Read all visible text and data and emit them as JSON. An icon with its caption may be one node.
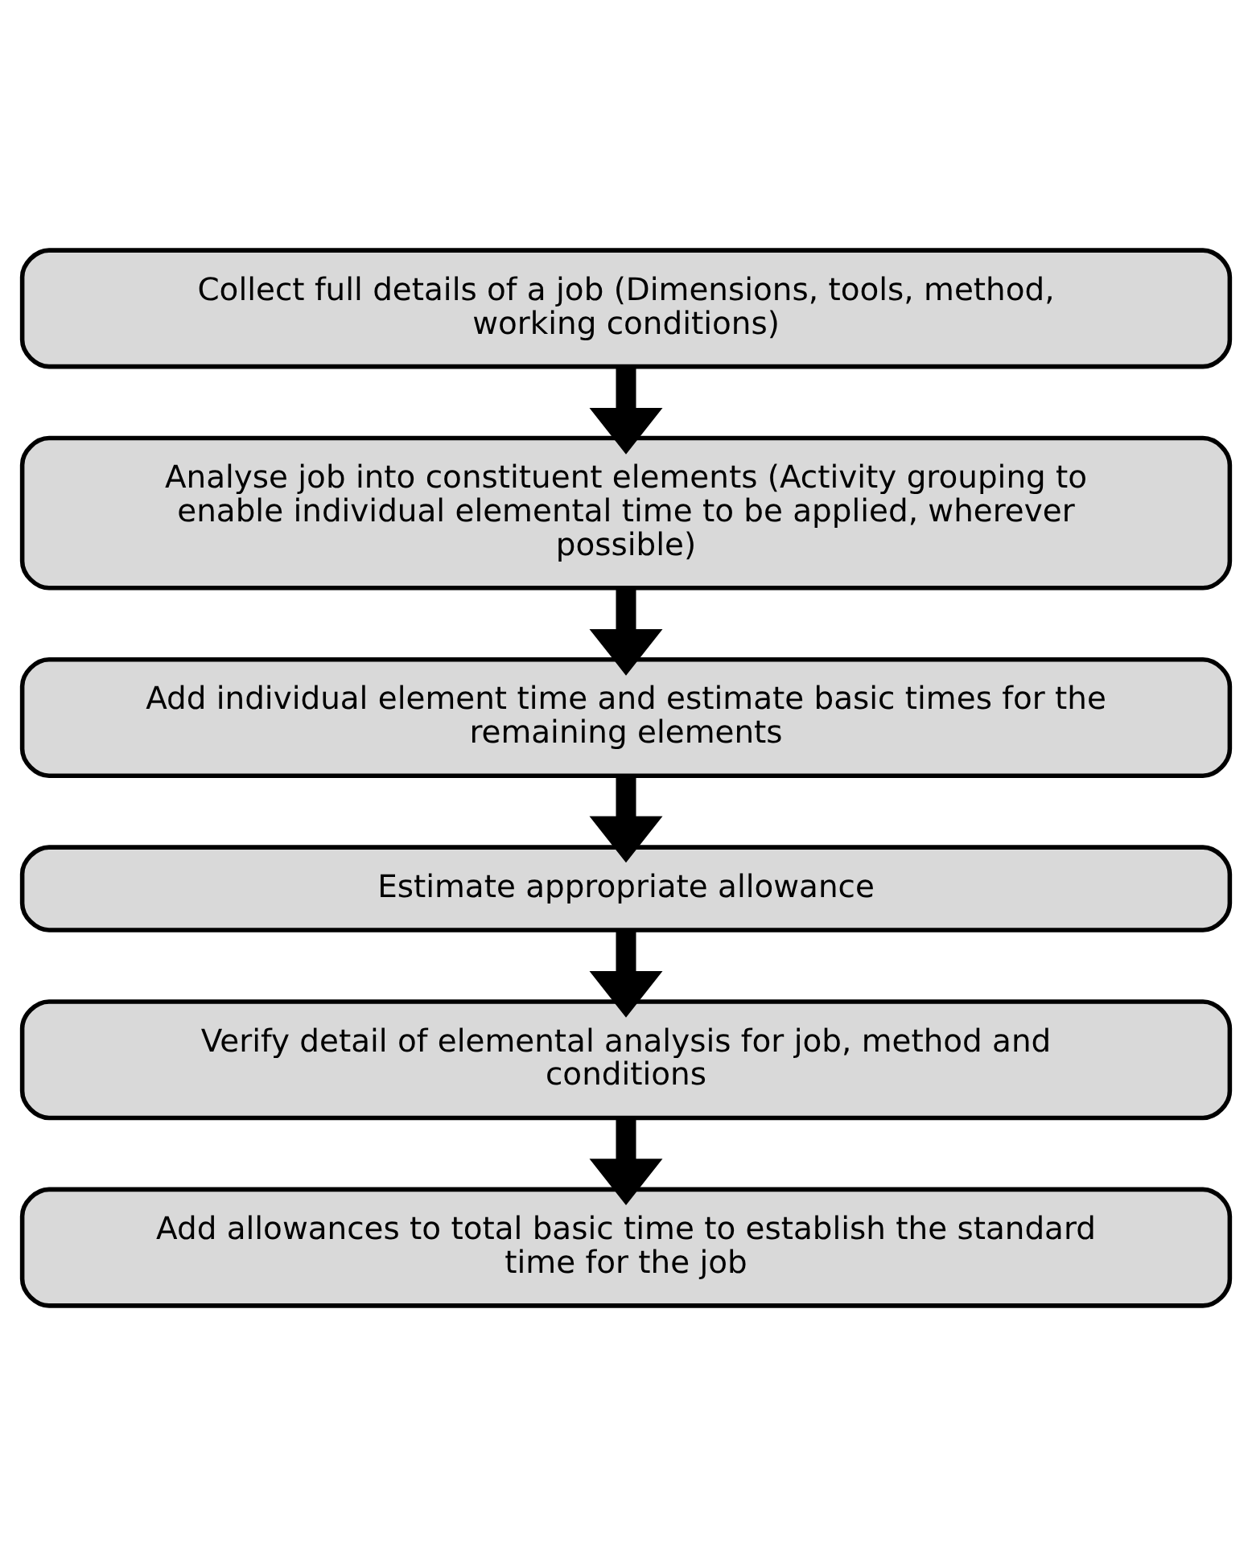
{
  "diagram": {
    "nodes": [
      {
        "text": [
          "Collect full details of a job (Dimensions, tools, method, working conditions)"
        ]
      },
      {
        "text": [
          "Analyse job into constituent elements (Activity grouping to enable individual elemental time to be applied, wherever possible)"
        ]
      },
      {
        "text": [
          "Add individual element time and estimate basic times for the remaining elements"
        ]
      },
      {
        "text": [
          "Estimate appropriate allowance"
        ]
      },
      {
        "text": [
          "Verify detail of elemental analysis for job, method and conditions"
        ]
      },
      {
        "text": [
          "Add allowances to total basic time to establish the standard time for the job"
        ]
      }
    ],
    "edges": [
      {
        "from": 0,
        "to": 1,
        "arrow": "to"
      },
      {
        "from": 1,
        "to": 2,
        "arrow": "to"
      },
      {
        "from": 2,
        "to": 3,
        "arrow": "to"
      },
      {
        "from": 3,
        "to": 4,
        "arrow": "to"
      },
      {
        "from": 4,
        "to": 5,
        "arrow": "to"
      }
    ]
  }
}
